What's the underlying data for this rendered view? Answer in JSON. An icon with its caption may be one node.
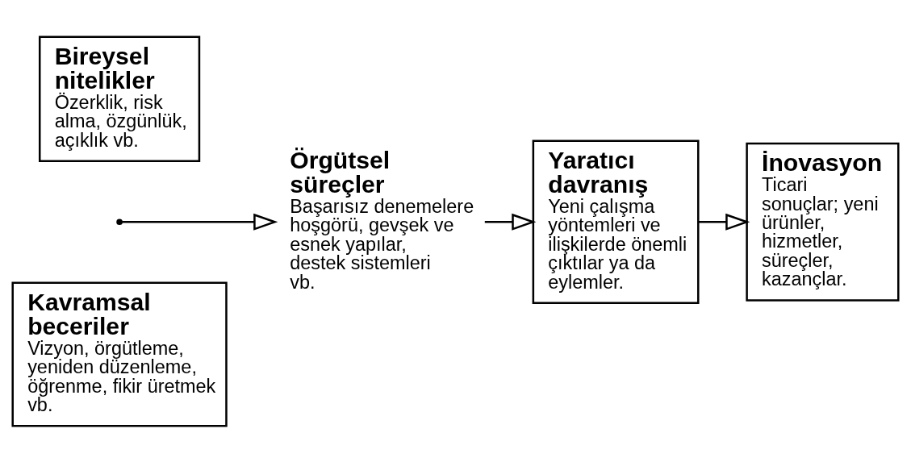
{
  "diagram": {
    "nodes": [
      {
        "text": [
          "Bireysel nitelikler",
          "Özerklik, risk alma, özgünlük, açıklık vb."
        ]
      },
      {
        "text": [
          "Kavramsal beceriler",
          "Vizyon, örgütleme, yeniden düzenleme, öğrenme, fikir üretmek vb."
        ]
      },
      {
        "text": [
          "Örgütsel süreçler",
          "Başarısız denemelere hoşgörü, gevşek ve esnek yapılar, destek sistemleri vb."
        ]
      },
      {
        "text": [
          "Yaratıcı davranış",
          "Yeni çalışma yöntemleri ve ilişkilerde önemli çıktılar ya da eylemler."
        ]
      },
      {
        "text": [
          "İnovasyon",
          "Ticari sonuçlar; yeni ürünler, hizmetler, süreçler, kazançlar."
        ]
      }
    ],
    "edges": [
      {
        "from": null,
        "to": 2,
        "arrow": "to"
      },
      {
        "from": 2,
        "to": 3,
        "arrow": "to"
      },
      {
        "from": 3,
        "to": 4,
        "arrow": "to"
      }
    ]
  }
}
